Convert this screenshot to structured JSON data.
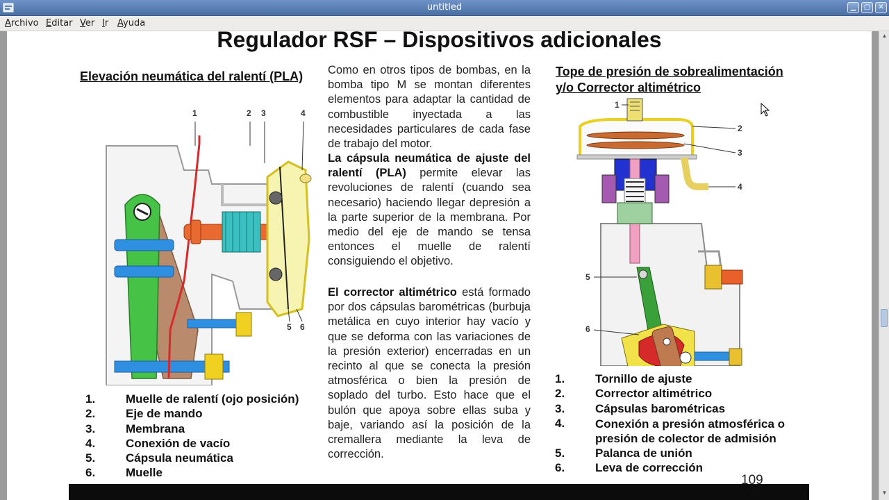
{
  "window": {
    "title": "untitled",
    "controls": {
      "minimize": "▁",
      "maximize": "▢",
      "close": "✕"
    }
  },
  "menu": {
    "items": [
      {
        "accel": "A",
        "rest": "rchivo"
      },
      {
        "accel": "E",
        "rest": "ditar"
      },
      {
        "accel": "V",
        "rest": "er"
      },
      {
        "accel": "I",
        "rest": "r"
      },
      {
        "accel": "A",
        "rest": "yuda"
      }
    ]
  },
  "slide": {
    "title": "Regulador RSF – Dispositivos adicionales",
    "left": {
      "heading": "Elevación neumática del ralentí (PLA)",
      "callouts": [
        "1",
        "2",
        "3",
        "4",
        "5",
        "6"
      ],
      "list": [
        {
          "num": "1.",
          "text": "Muelle de ralentí (ojo posición)"
        },
        {
          "num": "2.",
          "text": "Eje de mando"
        },
        {
          "num": "3.",
          "text": "Membrana"
        },
        {
          "num": "4.",
          "text": "Conexión de vacío"
        },
        {
          "num": "5.",
          "text": "Cápsula neumática"
        },
        {
          "num": "6.",
          "text": "Muelle"
        }
      ]
    },
    "middle": {
      "p1": "Como en otros tipos de bombas, en la bomba tipo M se montan diferentes elementos para adaptar la cantidad de combustible inyectada a las necesidades particulares de cada fase de trabajo del motor.",
      "p2_bold": "La cápsula neumática de ajuste del ralentí (PLA)",
      "p2_rest": " permite elevar las revoluciones de ralentí (cuando sea necesario) haciendo llegar depresión a la parte superior de la membrana. Por medio del eje de mando se tensa entonces el muelle de ralentí consiguiendo el objetivo.",
      "p3_bold": "El corrector altimétrico",
      "p3_rest": " está formado por dos cápsulas barométricas (burbuja metálica en cuyo interior hay vacío y que se deforma con las variaciones de la presión exterior) encerradas en un recinto al que se conecta la presión atmosférica o bien la presión de soplado del turbo. Esto hace que el bulón que apoya sobre ellas suba y baje, variando así la posición de la cremallera mediante la leva de corrección."
    },
    "right": {
      "heading_line1": "Tope de presión de sobrealimentación",
      "heading_line2": "y/o Corrector  altimétrico",
      "callouts": [
        "1",
        "2",
        "3",
        "4",
        "5",
        "6"
      ],
      "list": [
        {
          "num": "1.",
          "text": "Tornillo de ajuste"
        },
        {
          "num": "2.",
          "text": "Corrector altimétrico"
        },
        {
          "num": "3.",
          "text": "Cápsulas barométricas"
        },
        {
          "num": "4.",
          "text": "Conexión a presión atmosférica o presión de colector de admisión"
        },
        {
          "num": "5.",
          "text": "Palanca de unión"
        },
        {
          "num": "6.",
          "text": "Leva de corrección"
        }
      ]
    },
    "page_number": "109"
  },
  "colors": {
    "titlebar": "#4a6fa5",
    "accent_red": "#e03025",
    "orange": "#e8602a",
    "blue": "#2b6fd0",
    "yellow": "#f2e24a",
    "green": "#3bbf3b",
    "brown": "#b07a5a"
  }
}
